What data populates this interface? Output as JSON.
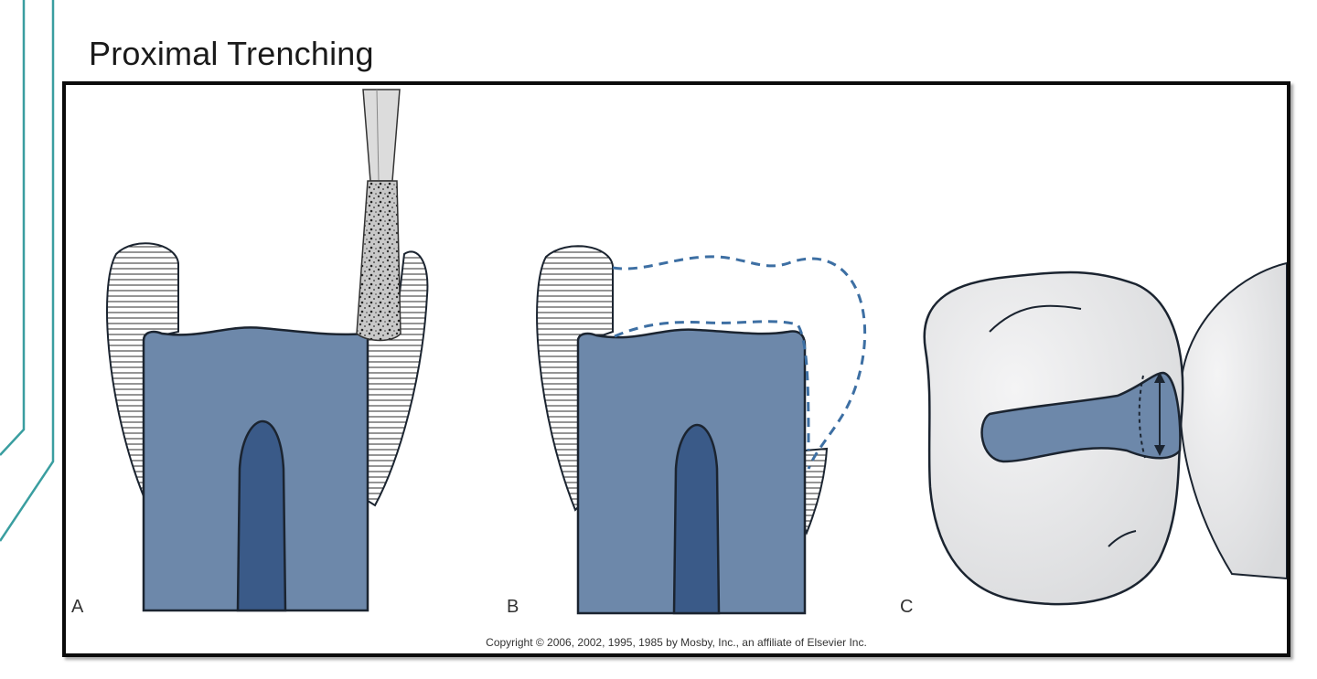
{
  "slide": {
    "title": "Proximal Trenching"
  },
  "figure": {
    "panels": [
      {
        "label": "A"
      },
      {
        "label": "B"
      },
      {
        "label": "C"
      }
    ],
    "copyright": "Copyright © 2006, 2002, 1995, 1985 by Mosby, Inc., an affiliate of Elsevier Inc."
  },
  "colors": {
    "accent_lines": "#3a9ea0",
    "tooth_blue": "#6d88aa",
    "pulp_blue": "#3a5a88",
    "outline": "#1b2430",
    "dashed_outline": "#3d6fa3",
    "enamel_gray": "#e6e7e9",
    "frame_border": "#0b0b0b"
  }
}
